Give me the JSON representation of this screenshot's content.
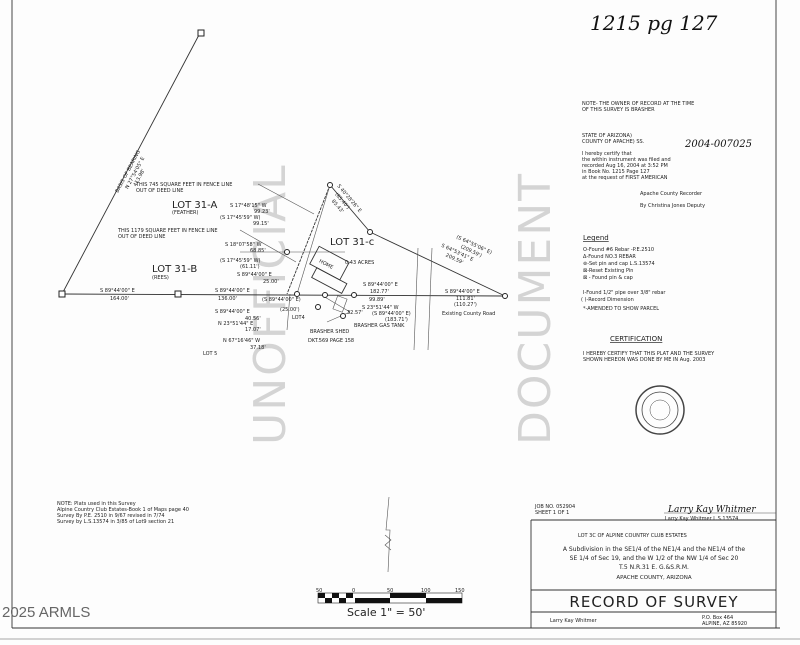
{
  "header": {
    "handwritten_ref": "1215 pg 127"
  },
  "watermark": {
    "left": "UNOFFICIAL",
    "right": "DOCUMENT"
  },
  "copyright": "2025 ARMLS",
  "plat": {
    "basis_of_bearing": [
      "BASIS OF BEARING",
      "N 27°54'05\" E",
      "413.98'"
    ],
    "lots": [
      {
        "name": "LOT 31-A",
        "owner": "(FEATHER)"
      },
      {
        "name": "LOT 31-B",
        "owner": "(REES)"
      },
      {
        "name": "LOT 31-c",
        "acres": "0.43 ACRES"
      },
      {
        "name": "LOT 5"
      },
      {
        "name": "LOT4"
      }
    ],
    "notes_fence": [
      [
        "THIS 745 SQUARE FEET IN FENCE LINE",
        "OUT OF DEED LINE"
      ],
      [
        "THIS 1179 SQUARE FEET IN FENCE LINE",
        "OUT OF DEED LINE"
      ]
    ],
    "bearings": {
      "b1": [
        "S 17°48'15\" W",
        "99.23'",
        "(S 17°45'59\" W)",
        "99.15'"
      ],
      "b2": [
        "S 18°07'58\" W",
        "68.85'",
        "(S 17°45'59\" W)",
        "(61.11')"
      ],
      "b3": [
        "S 89°44'00\" E",
        "25.00'"
      ],
      "b4": [
        "S 89°44'00\" E",
        "164.00'"
      ],
      "b5": [
        "S 89°44'00\" E",
        "136.00'"
      ],
      "b6": [
        "(S 89°44'00\" E)",
        "(25.00')"
      ],
      "b7": [
        "S 89°44'00\" E",
        "40.56'"
      ],
      "b8": [
        "N 23°51'44\" E",
        "17.07'"
      ],
      "b9": [
        "N 67°16'46\" W",
        "37.18'"
      ],
      "b10": [
        "S 89°44'00\" E",
        "182.77'",
        "99.89'"
      ],
      "b11": [
        "S 23°51'44\" W",
        "32.57'"
      ],
      "b12": [
        "(S 89°44'00\" E)",
        "(183.71')"
      ],
      "b13": [
        "S 89°44'00\" E",
        "111.81'",
        "(110.27')"
      ],
      "b14": [
        "S 40°28'26\" E",
        "(85.40')",
        "85.43'"
      ],
      "b15": [
        "(S 64°55'06\" E)",
        "(209.59')",
        "S 64°53'41\" E",
        "209.59'"
      ]
    },
    "labels": {
      "home": "HOME",
      "shed": "BRASHER SHED",
      "gas_tank": "BRASHER GAS TANK",
      "docket": "DKT.569 PAGE 158",
      "road": "Existing County Road"
    }
  },
  "recording": {
    "owner_note": [
      "NOTE- THE OWNER OF RECORD AT THE TIME",
      "OF THIS SURVEY IS BRASHER"
    ],
    "state": [
      "STATE OF ARIZONA)",
      "COUNTY OF APACHE) SS."
    ],
    "fee_number": "2004-007025",
    "certify": [
      "I hereby certify that",
      "the within instrument was filed and",
      "recorded Aug 16, 2004 at 3:52 PM",
      "in Book No. 1215 Page 127",
      "at the request of FIRST AMERICAN"
    ],
    "recorder": "Apache County Recorder",
    "by_line": "By Christina Jones Deputy"
  },
  "legend": {
    "title": "Legend",
    "items": [
      "O-Found #6 Rebar -P.E.2510",
      "Δ-Found NO.3 REBAR",
      "⊚-Set pin and cap L.S.13574",
      "⊠-Reset Existing Pin",
      "⊠ - Found pin & cap",
      "I-Found 1/2\" pipe over 3/8\" rebar",
      "( )-Record Dimension",
      "*-AMENDED TO SHOW PARCEL"
    ]
  },
  "certification": {
    "title": "CERTIFICATION",
    "text": [
      "I HEREBY CERTIFY THAT THIS PLAT AND THE SURVEY",
      "SHOWN HEREON WAS DONE BY ME IN Aug. 2003"
    ]
  },
  "notes": [
    "NOTE: Plats used in this Survey",
    "Alpine Country Club Estates-Book 1 of Maps page 40",
    "Survey By P.E. 2510  in 9/67 revised in 7/74",
    "Survey by L.S.13574 in 3/85 of Lot9 section 21"
  ],
  "scale": {
    "ticks": [
      "50",
      "0",
      "50",
      "100",
      "150"
    ],
    "label": "Scale 1\" = 50'"
  },
  "title_block": {
    "job": "JOB NO. 052904",
    "sheet": "SHEET 1 OF 1",
    "surveyor_signature": "Larry Kay Whitmer",
    "surveyor": "Larry Kay Whitmer L.S.13574",
    "lot": "LOT 3C OF ALPINE COUNTRY CLUB ESTATES",
    "description": [
      "A Subdivision in the SE1/4 of the NE1/4 and the NE1/4 of the",
      "SE 1/4 of Sec 19, and the W 1/2 of the NW 1/4 of Sec 20",
      "T.5 N.R.31 E. G.&S.R.M.",
      "APACHE COUNTY, ARIZONA"
    ],
    "title": "RECORD OF SURVEY",
    "name": "Larry Kay Whitmer",
    "address": [
      "P.O. Box 464",
      "ALPINE, AZ 85920"
    ]
  }
}
